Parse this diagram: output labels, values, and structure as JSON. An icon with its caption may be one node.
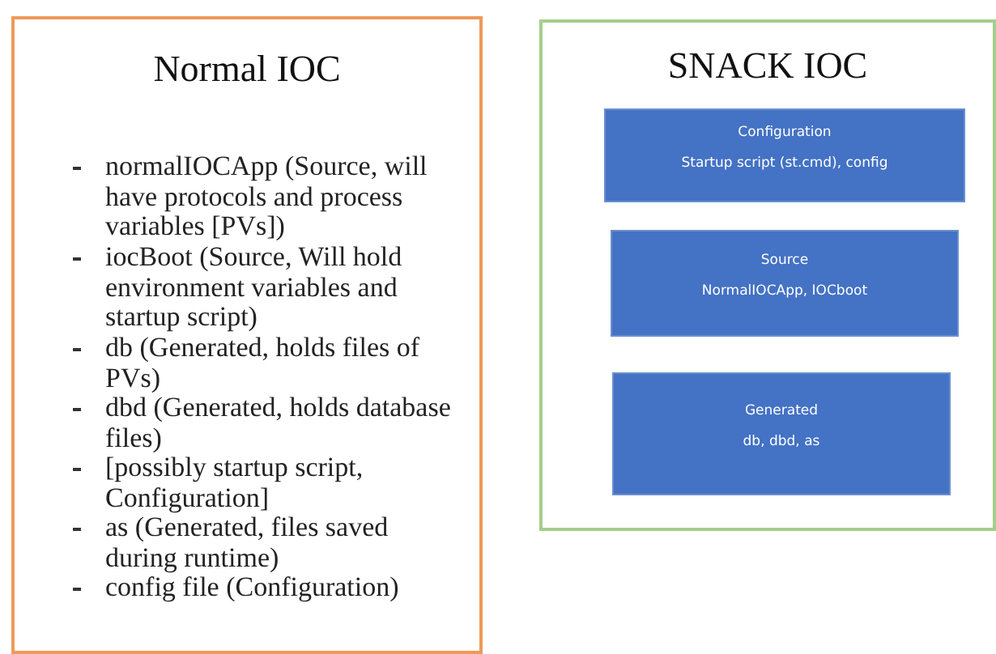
{
  "diagram": {
    "nodes": [
      {
        "text": [
          "Normal IOC",
          "normalIOCApp (Source, will have protocols and process variables [PVs])",
          "iocBoot (Source, Will hold environment variables and startup script)",
          "db (Generated, holds files of PVs)",
          "dbd (Generated, holds database files)",
          "[possibly startup script, Configuration]",
          "as (Generated, files saved during runtime)",
          "config file (Configuration)"
        ]
      },
      {
        "text": [
          "SNACK IOC"
        ]
      },
      {
        "text": [
          "Configuration",
          "Startup script (st.cmd), config"
        ],
        "in": 1
      },
      {
        "text": [
          "Source",
          "NormalIOCApp, IOCboot"
        ],
        "in": 1
      },
      {
        "text": [
          "Generated",
          "db, dbd, as"
        ],
        "in": 1
      }
    ],
    "edges": []
  }
}
